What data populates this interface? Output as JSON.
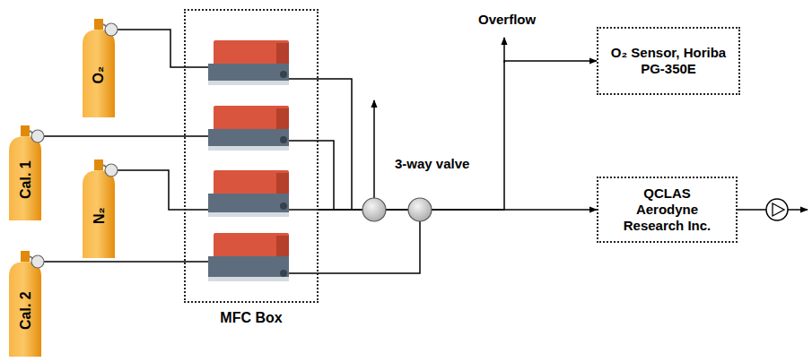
{
  "diagram": {
    "nodes": [
      {
        "text": [
          "O₂"
        ]
      },
      {
        "text": [
          "Cal. 1"
        ]
      },
      {
        "text": [
          "N₂"
        ]
      },
      {
        "text": [
          "Cal. 2"
        ]
      },
      {
        "text": [
          "MFC Box"
        ]
      },
      {
        "text": [
          "O₂ Sensor, Horiba PG-350E"
        ]
      },
      {
        "text": [
          "QCLAS Aerodyne Research Inc."
        ]
      }
    ],
    "edges": [
      {
        "from": 0,
        "to": 4,
        "arrow": "none"
      },
      {
        "from": 1,
        "to": 4,
        "arrow": "none"
      },
      {
        "from": 2,
        "to": 4,
        "arrow": "none"
      },
      {
        "from": 3,
        "to": 4,
        "arrow": "none"
      },
      {
        "from": 4,
        "to": 5,
        "arrow": "to"
      },
      {
        "from": 4,
        "to": 6,
        "arrow": "to"
      }
    ],
    "labels": [
      "Overflow",
      "3-way valve"
    ]
  }
}
